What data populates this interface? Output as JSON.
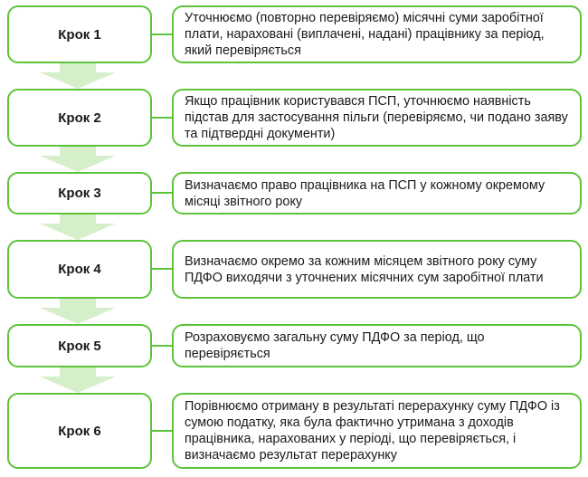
{
  "colors": {
    "border": "#5cc43a",
    "arrow": "#d6efcb",
    "text": "#1a1a1a"
  },
  "steps": [
    {
      "label": "Крок 1",
      "text": "Уточнюємо (повторно перевіряємо) місячні суми заробітної плати, нараховані (виплачені, надані) працівнику за період, який перевіряється"
    },
    {
      "label": "Крок 2",
      "text": "Якщо працівник користувався ПСП, уточнюємо наявність підстав для застосування пільги (перевіряємо, чи подано заяву та підтвердні документи)"
    },
    {
      "label": "Крок 3",
      "text": "Визначаємо право працівника на ПСП у кожному окремому місяці звітного року"
    },
    {
      "label": "Крок 4",
      "text": "Визначаємо окремо за кожним місяцем звітного року суму ПДФО виходячи з уточнених місячних сум заробітної плати"
    },
    {
      "label": "Крок 5",
      "text": "Розраховуємо загальну суму ПДФО за період, що перевіряється"
    },
    {
      "label": "Крок 6",
      "text": "Порівнюємо отриману в результаті перерахунку суму ПДФО із сумою податку, яка була фактично утримана з доходів працівника, нарахованих у періоді, що перевіряється, і визначаємо результат перерахунку"
    }
  ]
}
